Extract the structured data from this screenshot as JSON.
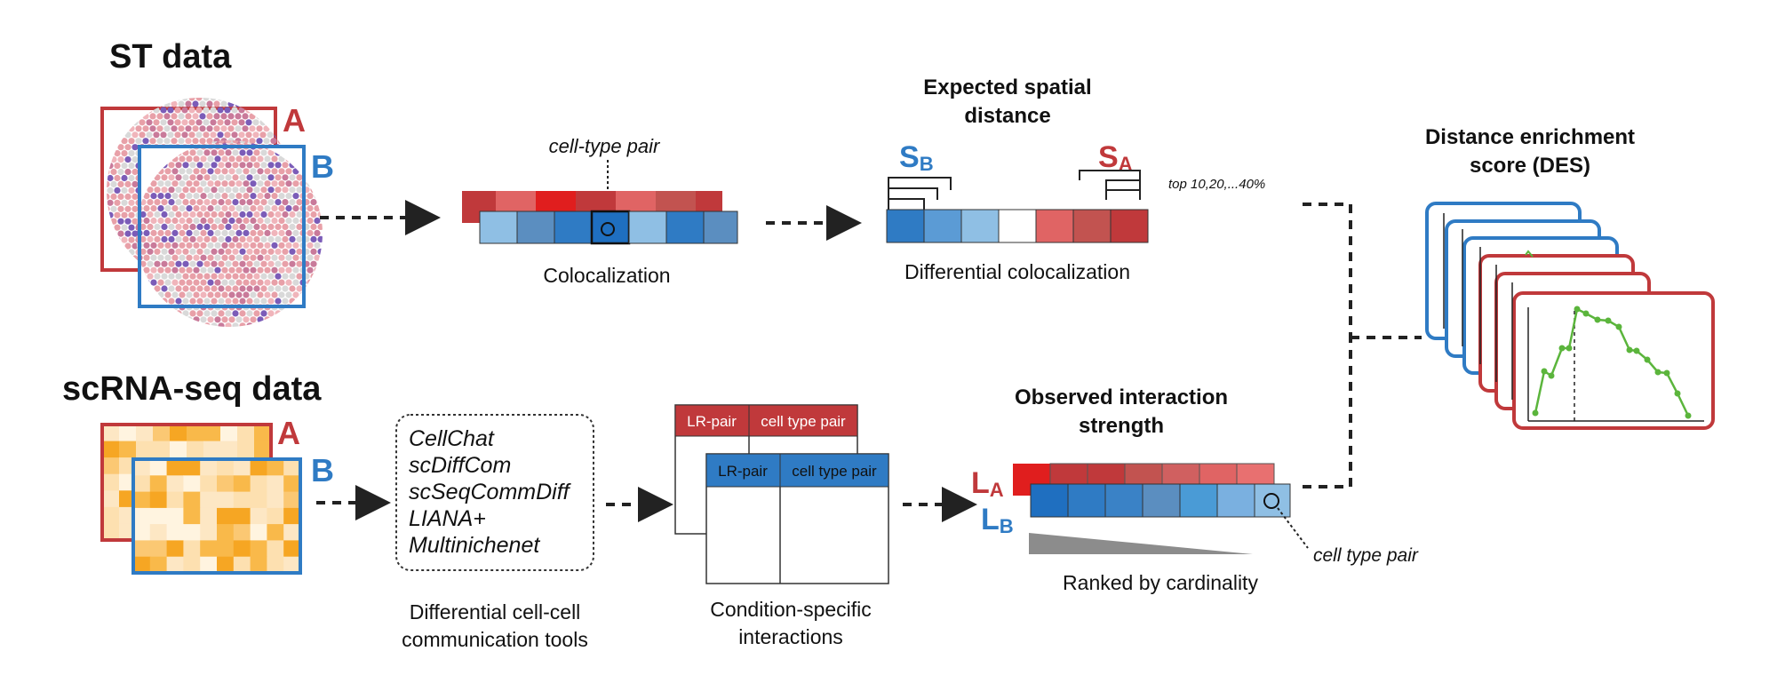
{
  "st": {
    "title": "ST data",
    "label_a": "A",
    "label_b": "B",
    "colocalization_label": "Colocalization",
    "cell_type_pair_label": "cell-type pair"
  },
  "expected": {
    "title_line1": "Expected spatial",
    "title_line2": "distance",
    "sb_main": "S",
    "sb_sub": "B",
    "sa_main": "S",
    "sa_sub": "A",
    "top_note": "top 10,20,...40%",
    "differential_label": "Differential colocalization"
  },
  "des": {
    "title_line1": "Distance enrichment",
    "title_line2": "score (DES)"
  },
  "sc": {
    "title": "scRNA-seq data",
    "label_a": "A",
    "label_b": "B",
    "tools": [
      "CellChat",
      "scDiffCom",
      "scSeqCommDiff",
      "LIANA+",
      "Multinichenet"
    ],
    "tools_caption_line1": "Differential cell-cell",
    "tools_caption_line2": "communication tools",
    "lr_pair": "LR-pair",
    "cell_type_pair": "cell type pair",
    "interactions_caption_line1": "Condition-specific",
    "interactions_caption_line2": "interactions"
  },
  "observed": {
    "title_line1": "Observed interaction",
    "title_line2": "strength",
    "la_main": "L",
    "la_sub": "A",
    "lb_main": "L",
    "lb_sub": "B",
    "ranked_label": "Ranked by cardinality",
    "cell_type_pair_label": "cell type pair"
  },
  "colors": {
    "red": "#c0393b",
    "blue": "#2f7bc4",
    "orange": "#f6a623",
    "green": "#5bb53c"
  }
}
